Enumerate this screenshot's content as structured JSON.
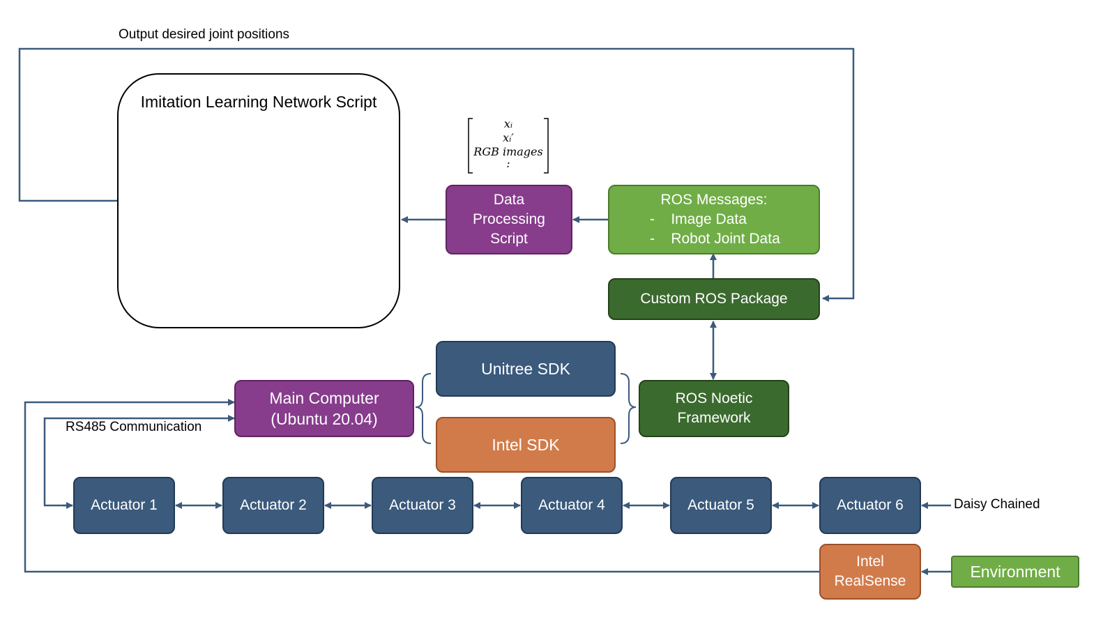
{
  "labels": {
    "output_desired": "Output desired joint positions",
    "rs485": "RS485 Communication",
    "daisy": "Daisy Chained"
  },
  "nn": {
    "title": "Imitation Learning Network Script"
  },
  "matrix": {
    "rows": [
      "xᵢ",
      "xᵢ′",
      "RGB images",
      ":"
    ]
  },
  "boxes": {
    "data_processing": [
      "Data",
      "Processing",
      "Script"
    ],
    "ros_messages": {
      "title": "ROS Messages:",
      "items": [
        "-    Image Data",
        "-    Robot Joint Data"
      ]
    },
    "custom_ros": "Custom ROS Package",
    "unitree_sdk": "Unitree SDK",
    "intel_sdk": "Intel SDK",
    "ros_noetic": [
      "ROS Noetic",
      "Framework"
    ],
    "main_computer": [
      "Main Computer",
      "(Ubuntu 20.04)"
    ],
    "actuators": [
      "Actuator 1",
      "Actuator 2",
      "Actuator 3",
      "Actuator 4",
      "Actuator 5",
      "Actuator 6"
    ],
    "realsense": [
      "Intel",
      "RealSense"
    ],
    "environment": "Environment"
  },
  "colors": {
    "blue": "#3b5a7c",
    "purple": "#873c8c",
    "light_green": "#70ad47",
    "dark_green": "#3b6a2e",
    "orange": "#d27b4a",
    "arrow": "#3b5a7c"
  }
}
